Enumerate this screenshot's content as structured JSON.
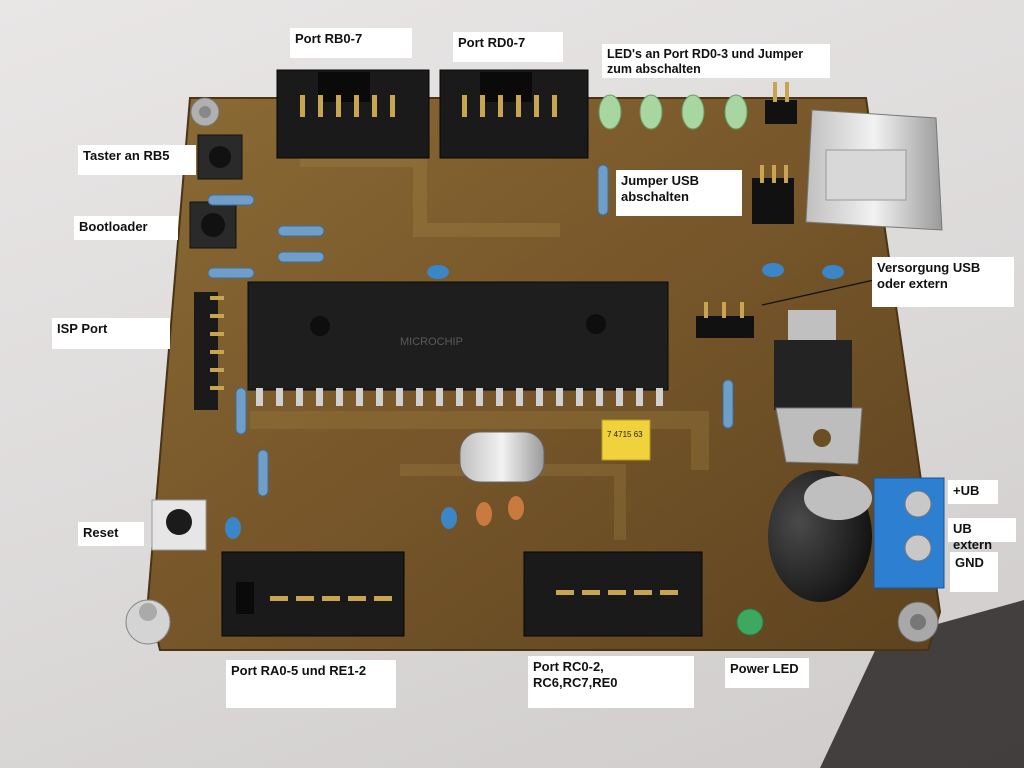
{
  "photo": {
    "board_color": "#7a5a2a",
    "chip_marking": "MICROCHIP",
    "capacitor_marking": "7 4715 63"
  },
  "labels": {
    "port_rb": "Port RB0-7",
    "port_rd": "Port RD0-7",
    "leds": "LED's an Port RD0-3 und Jumper zum abschalten",
    "taster": "Taster an RB5",
    "bootloader": "Bootloader",
    "jumper_usb": "Jumper USB abschalten",
    "versorgung": "Versorgung USB oder extern",
    "isp": "ISP Port",
    "reset": "Reset",
    "ub_plus": "+UB",
    "ub_extern": "UB extern",
    "gnd": "GND",
    "port_ra": "Port RA0-5 und RE1-2",
    "port_rc": "Port RC0-2, RC6,RC7,RE0",
    "power_led": "Power LED"
  }
}
